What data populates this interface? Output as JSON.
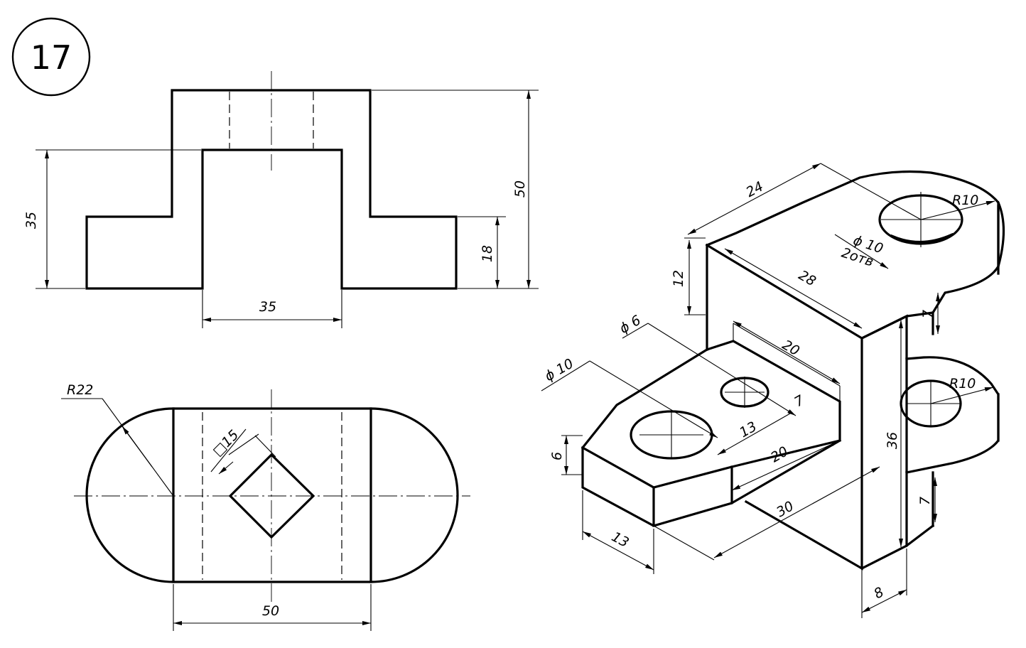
{
  "drawing": {
    "number": "17",
    "front_view": {
      "d_height_total": "50",
      "d_height_left": "35",
      "d_height_step": "18",
      "d_width_inner": "35"
    },
    "top_view": {
      "d_radius": "R22",
      "d_square": "□15",
      "d_width": "50"
    },
    "iso_view": {
      "d_24": "24",
      "d_r10_top": "R10",
      "d_hole_top": "ϕ 10",
      "d_hole_top_count": "2отв",
      "d_12": "12",
      "d_28": "28",
      "d_7_top": "7",
      "d_phi6": "ϕ 6",
      "d_20_top": "20",
      "d_phi10": "ϕ 10",
      "d_7_mid": "7",
      "d_13_mid": "13",
      "d_6": "6",
      "d_20_low": "20",
      "d_r10_low": "R10",
      "d_36": "36",
      "d_7_low": "7",
      "d_30": "30",
      "d_13_low": "13",
      "d_8": "8"
    }
  }
}
